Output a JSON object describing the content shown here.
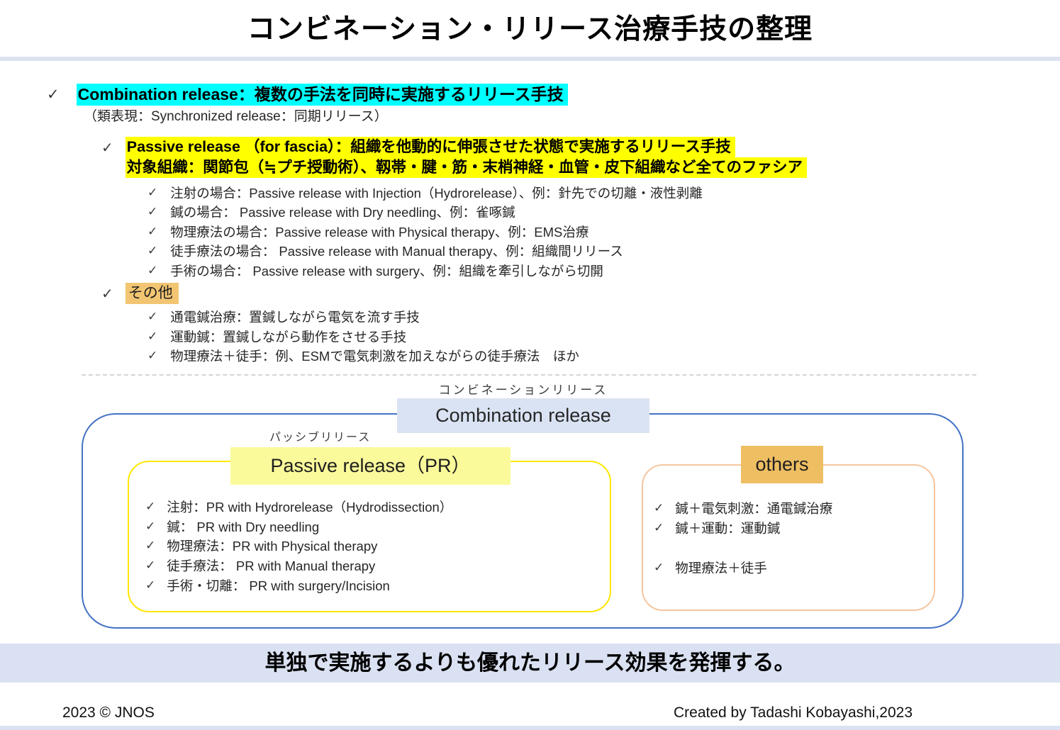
{
  "title": "コンビネーション・リリース治療手技の整理",
  "icons": {
    "check": "✓"
  },
  "outline": {
    "combination": {
      "heading": "Combination release：複数の手法を同時に実施するリリース手技",
      "subnote": "（類表現：Synchronized release：同期リリース）"
    },
    "passive": {
      "heading_line1": "Passive release （for fascia）：組織を他動的に伸張させた状態で実施するリリース手技",
      "heading_line2": "対象組織：関節包（≒プチ授動術）、靱帯・腱・筋・末梢神経・血管・皮下組織など全てのファシア",
      "items": [
        "注射の場合：Passive release with Injection（Hydrorelease）、例：針先での切離・液性剥離",
        "鍼の場合： Passive release with Dry needling、例：雀啄鍼",
        "物理療法の場合：Passive release with Physical therapy、例：EMS治療",
        "徒手療法の場合： Passive release with Manual therapy、例：組織間リリース",
        "手術の場合： Passive release with surgery、例：組織を牽引しながら切開"
      ]
    },
    "others": {
      "heading": "その他",
      "items": [
        "通電鍼治療：置鍼しながら電気を流す手技",
        "運動鍼：置鍼しながら動作をさせる手技",
        "物理療法＋徒手：例、ESMで電気刺激を加えながらの徒手療法　ほか"
      ]
    }
  },
  "diagram": {
    "combination_label_ja": "コンビネーションリリース",
    "combination_title": "Combination release",
    "passive_label_ja": "パッシブリリース",
    "passive_title": "Passive release（PR）",
    "passive_items": [
      "注射：PR with Hydrorelease（Hydrodissection）",
      "鍼： PR with Dry needling",
      "物理療法：PR with Physical therapy",
      "徒手療法： PR with Manual therapy",
      "手術・切離： PR with surgery/Incision"
    ],
    "others_title": "others",
    "others_items_group1": [
      "鍼＋電気刺激：通電鍼治療",
      "鍼＋運動：運動鍼"
    ],
    "others_items_group2": [
      "物理療法＋徒手"
    ]
  },
  "banner": "単独で実施するよりも優れたリリース効果を発揮する。",
  "footer": {
    "left": "2023 © JNOS",
    "right": "Created by Tadashi Kobayashi,2023"
  },
  "colors": {
    "cyan_highlight": "#00ffff",
    "yellow_highlight": "#ffff00",
    "orange_highlight": "#f2c572",
    "pale_yellow_box": "#fafa9b",
    "gold_box": "#eebe62",
    "blue_border": "#4472c4",
    "yellow_border": "#ffe600",
    "peach_border": "#f5c6a0",
    "light_blue_panel": "#dae3f3"
  }
}
